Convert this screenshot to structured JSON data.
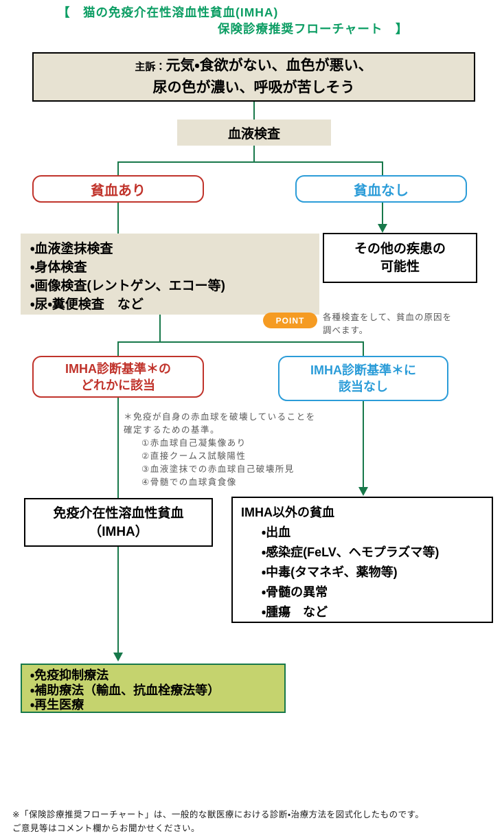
{
  "title": {
    "line1": "【　猫の免疫介在性溶血性貧血(IMHA)",
    "line2": "保険診療推奨フローチャート　】"
  },
  "colors": {
    "title_green": "#0b9d63",
    "connector_green": "#17784a",
    "box_beige": "#e7e2d2",
    "branch_red": "#c0332b",
    "branch_blue": "#2b9cd8",
    "point_orange": "#f59b22",
    "treatment_green_bg": "#c5d36e",
    "note_gray": "#595959"
  },
  "flow": {
    "chief_complaint": {
      "prefix": "主訴：",
      "line1": "元気・食欲がない、血色が悪い、",
      "line2": "尿の色が濃い、呼吸が苦しそう"
    },
    "blood_test": "血液検査",
    "anemia_yes": "貧血あり",
    "anemia_no": "貧血なし",
    "other_disease": {
      "line1": "その他の疾患の",
      "line2": "可能性"
    },
    "tests": {
      "items": [
        "・血液塗抹検査",
        "・身体検査",
        "・画像検査(レントゲン、エコー等)",
        "・尿・糞便検査　など"
      ]
    },
    "point": {
      "badge": "POINT",
      "line1": "各種検査をして、貧血の原因を",
      "line2": "調べます。"
    },
    "criteria_match": {
      "line1": "IMHA診断基準＊の",
      "line2": "どれかに該当"
    },
    "criteria_no_match": {
      "line1": "IMHA診断基準＊に",
      "line2": "該当なし"
    },
    "criteria_note": {
      "line1": "＊免疫が自身の赤血球を破壊していることを",
      "line2": "確定するための基準。",
      "items": [
        "①赤血球自己凝集像あり",
        "②直接クームス試験陽性",
        "③血液塗抹での赤血球自己破壊所見",
        "④骨髄での血球貪食像"
      ]
    },
    "imha": {
      "line1": "免疫介在性溶血性貧血",
      "line2": "（IMHA）"
    },
    "non_imha": {
      "title": "IMHA以外の貧血",
      "items": [
        "・出血",
        "・感染症(FeLV、ヘモプラズマ等)",
        "・中毒(タマネギ、薬物等)",
        "・骨髄の異常",
        "・腫瘍　など"
      ]
    },
    "treatment": {
      "items": [
        "・免疫抑制療法",
        "・補助療法（輸血、抗血栓療法等）",
        "・再生医療"
      ]
    }
  },
  "footer": {
    "line1": "※「保険診療推奨フローチャート」は、一般的な獣医療における診断・治療方法を図式化したものです。",
    "line2": "ご意見等はコメント欄からお聞かせください。"
  }
}
